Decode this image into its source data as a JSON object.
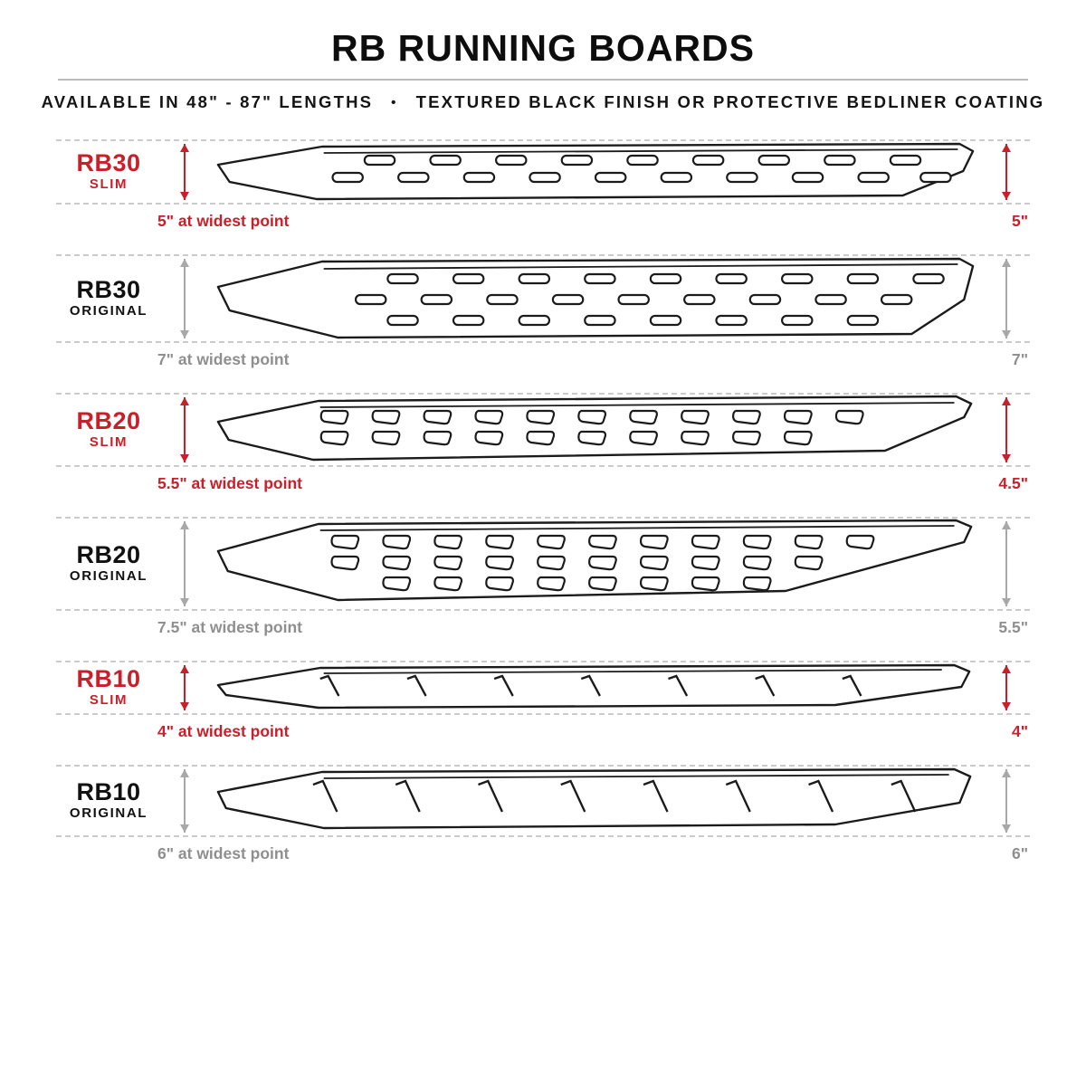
{
  "header": {
    "title": "RB RUNNING BOARDS",
    "subtitle_lengths": "AVAILABLE IN 48\" - 87\" LENGTHS",
    "separator": "•",
    "subtitle_finish": "TEXTURED BLACK FINISH OR PROTECTIVE BEDLINER COATING"
  },
  "colors": {
    "accent_red": "#c8202a",
    "measure_gray": "#a8a8a8",
    "caption_gray": "#8f8f8f"
  },
  "rows": [
    {
      "model": "RB30",
      "variant": "SLIM",
      "theme": "red",
      "widest_label": "5\" at widest point",
      "width_right": "5\""
    },
    {
      "model": "RB30",
      "variant": "ORIGINAL",
      "theme": "gray",
      "widest_label": "7\" at widest point",
      "width_right": "7\""
    },
    {
      "model": "RB20",
      "variant": "SLIM",
      "theme": "red",
      "widest_label": "5.5\" at widest point",
      "width_right": "4.5\""
    },
    {
      "model": "RB20",
      "variant": "ORIGINAL",
      "theme": "gray",
      "widest_label": "7.5\" at widest point",
      "width_right": "5.5\""
    },
    {
      "model": "RB10",
      "variant": "SLIM",
      "theme": "red",
      "widest_label": "4\" at widest point",
      "width_right": "4\""
    },
    {
      "model": "RB10",
      "variant": "ORIGINAL",
      "theme": "gray",
      "widest_label": "6\" at widest point",
      "width_right": "6\""
    }
  ]
}
